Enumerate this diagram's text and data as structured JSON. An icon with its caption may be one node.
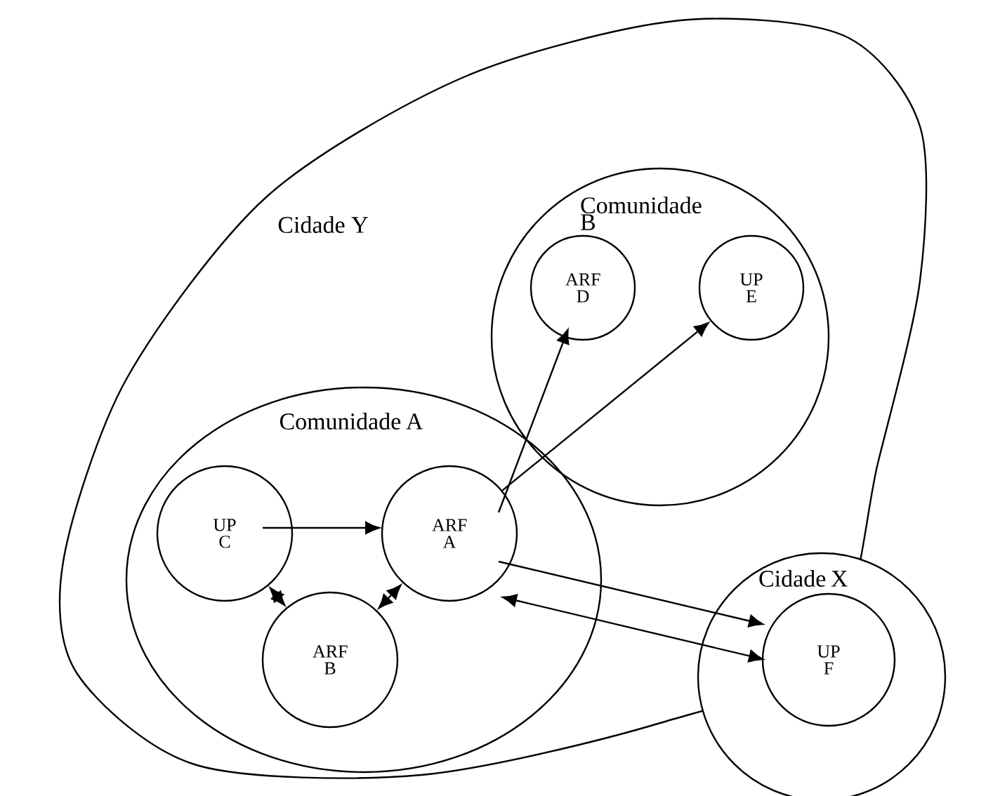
{
  "diagram": {
    "nodes": [
      {
        "text": [
          "Cidade Y"
        ]
      },
      {
        "text": [
          "Comunidade B"
        ],
        "in": 0
      },
      {
        "text": [
          "ARF D"
        ],
        "in": 1
      },
      {
        "text": [
          "UP E"
        ],
        "in": 1
      },
      {
        "text": [
          "Comunidade A"
        ],
        "in": 0
      },
      {
        "text": [
          "UP C"
        ],
        "in": 4
      },
      {
        "text": [
          "ARF A"
        ],
        "in": 4
      },
      {
        "text": [
          "ARF B"
        ],
        "in": 4
      },
      {
        "text": [
          "Cidade X"
        ]
      },
      {
        "text": [
          "UP F"
        ],
        "in": 8
      }
    ],
    "edges": [
      {
        "from": 5,
        "to": 6,
        "arrow": "to"
      },
      {
        "from": 5,
        "to": 7,
        "arrow": "both"
      },
      {
        "from": 6,
        "to": 7,
        "arrow": "both"
      },
      {
        "from": 6,
        "to": 2,
        "arrow": "to"
      },
      {
        "from": 6,
        "to": 3,
        "arrow": "to"
      },
      {
        "from": 6,
        "to": 9,
        "arrow": "to"
      },
      {
        "from": 6,
        "to": 9,
        "arrow": "both"
      }
    ]
  }
}
